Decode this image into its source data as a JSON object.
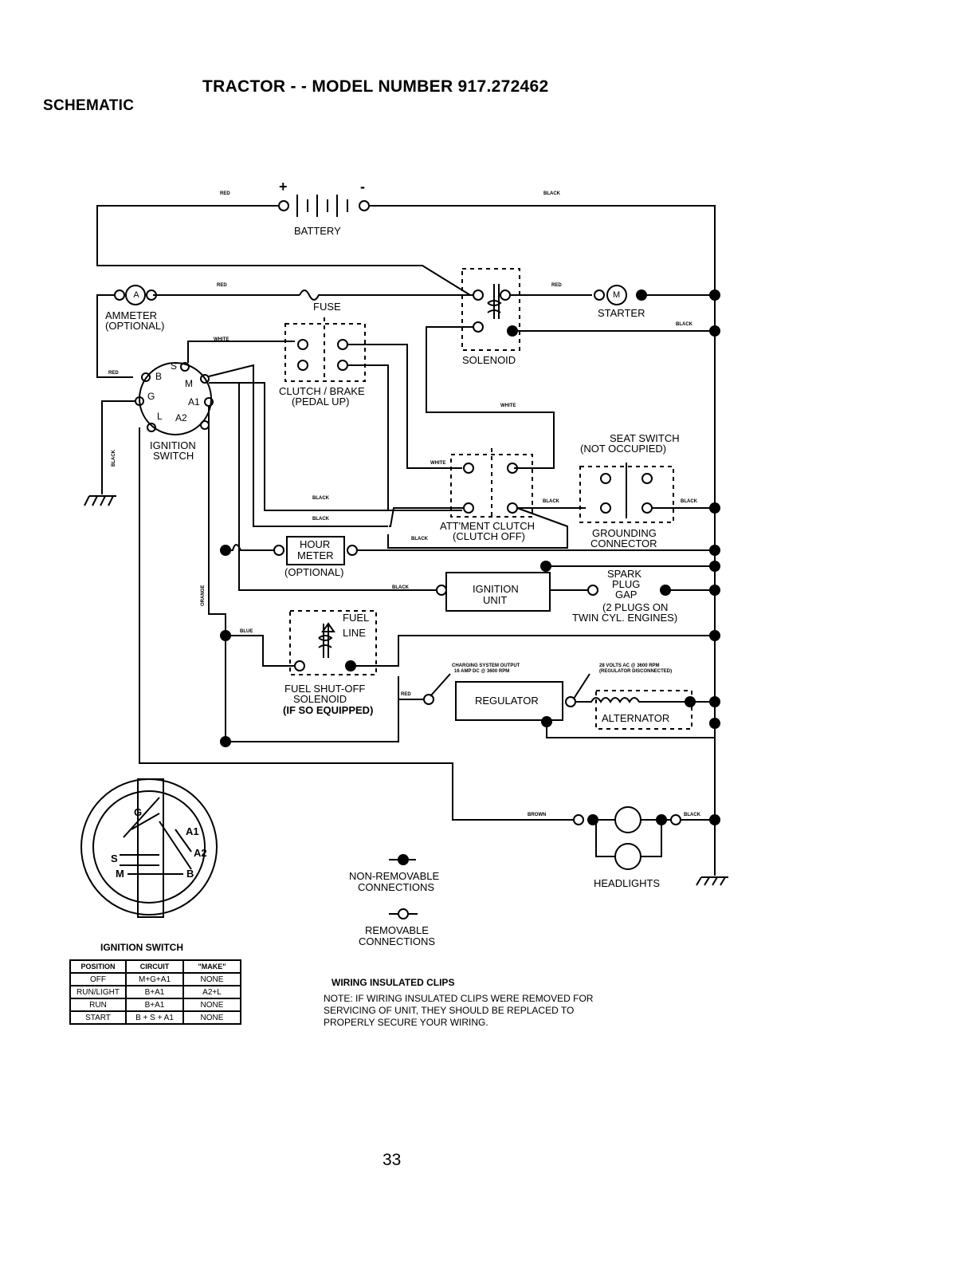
{
  "header": {
    "title": "TRACTOR - - MODEL NUMBER 917.272462",
    "section": "SCHEMATIC"
  },
  "components": {
    "battery": "BATTERY",
    "ammeter_1": "AMMETER",
    "ammeter_2": "(OPTIONAL)",
    "ammeter_symbol": "A",
    "fuse": "FUSE",
    "starter": "STARTER",
    "starter_symbol": "M",
    "solenoid": "SOLENOID",
    "clutch_brake_1": "CLUTCH / BRAKE",
    "clutch_brake_2": "(PEDAL UP)",
    "ignition_switch_1": "IGNITION",
    "ignition_switch_2": "SWITCH",
    "seat_switch_1": "SEAT SWITCH",
    "seat_switch_2": "(NOT OCCUPIED)",
    "attment_clutch_1": "ATT'MENT CLUTCH",
    "attment_clutch_2": "(CLUTCH OFF)",
    "grounding_1": "GROUNDING",
    "grounding_2": "CONNECTOR",
    "hour_meter_1": "HOUR",
    "hour_meter_2": "METER",
    "hour_meter_3": "(OPTIONAL)",
    "ignition_unit_1": "IGNITION",
    "ignition_unit_2": "UNIT",
    "spark_1": "SPARK",
    "spark_2": "PLUG",
    "spark_3": "GAP",
    "spark_4": "(2 PLUGS ON",
    "spark_5": "TWIN CYL. ENGINES)",
    "fuel_line_1": "FUEL",
    "fuel_line_2": "LINE",
    "fuel_sol_1": "FUEL SHUT-OFF",
    "fuel_sol_2": "SOLENOID",
    "fuel_sol_3": "(IF SO EQUIPPED)",
    "regulator": "REGULATOR",
    "alternator": "ALTERNATOR",
    "charging_1": "CHARGING SYSTEM OUTPUT",
    "charging_2": "16 AMP DC @ 3600 RPM",
    "volts_1": "28 VOLTS AC @ 3600 RPM",
    "volts_2": "(REGULATOR DISCONNECTED)",
    "headlights": "HEADLIGHTS",
    "terminals": {
      "b": "B",
      "s": "S",
      "m": "M",
      "g": "G",
      "a1": "A1",
      "l": "L",
      "a2": "A2"
    },
    "switch_face": {
      "g": "G",
      "a1": "A1",
      "s": "S",
      "a2": "A2",
      "m": "M",
      "b": "B"
    }
  },
  "wires": {
    "red": "RED",
    "black": "BLACK",
    "white": "WHITE",
    "orange": "ORANGE",
    "blue": "BLUE",
    "brown": "BROWN"
  },
  "legend": {
    "non_removable_1": "NON-REMOVABLE",
    "non_removable_2": "CONNECTIONS",
    "removable_1": "REMOVABLE",
    "removable_2": "CONNECTIONS"
  },
  "switch_table": {
    "title": "IGNITION SWITCH",
    "headers": [
      "POSITION",
      "CIRCUIT",
      "\"MAKE\""
    ],
    "rows": [
      [
        "OFF",
        "M+G+A1",
        "NONE"
      ],
      [
        "RUN/LIGHT",
        "B+A1",
        "A2+L"
      ],
      [
        "RUN",
        "B+A1",
        "NONE"
      ],
      [
        "START",
        "B + S + A1",
        "NONE"
      ]
    ]
  },
  "note": {
    "title": "WIRING INSULATED CLIPS",
    "line1": "NOTE: IF WIRING INSULATED CLIPS WERE REMOVED FOR",
    "line2": "SERVICING OF UNIT, THEY SHOULD BE REPLACED TO",
    "line3": "PROPERLY SECURE YOUR WIRING."
  },
  "page_number": "33"
}
